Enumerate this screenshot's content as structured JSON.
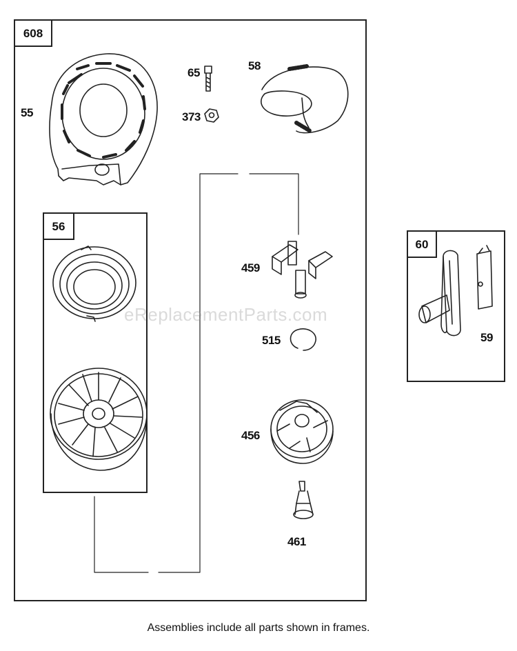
{
  "frames": {
    "main": "608",
    "sub_56": "56",
    "side_60": "60"
  },
  "labels": {
    "p55": "55",
    "p65": "65",
    "p373": "373",
    "p58": "58",
    "p459": "459",
    "p515": "515",
    "p456": "456",
    "p461": "461",
    "p59": "59"
  },
  "watermark": "eReplacementParts.com",
  "caption": "Assemblies include all parts shown in frames."
}
